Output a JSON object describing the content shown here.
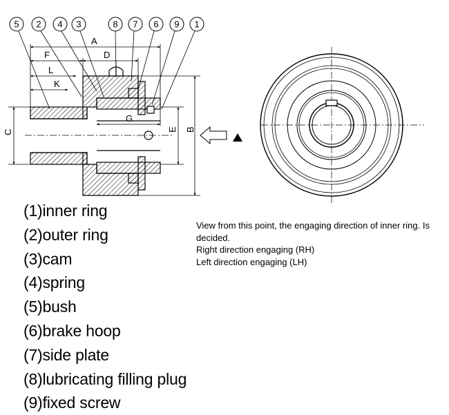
{
  "callouts": [
    "5",
    "2",
    "4",
    "3",
    "8",
    "7",
    "6",
    "9",
    "1"
  ],
  "dimensions": {
    "A": "A",
    "B": "B",
    "C": "C",
    "D": "D",
    "E": "E",
    "F": "F",
    "G": "G",
    "K": "K",
    "L": "L"
  },
  "parts": [
    "(1)inner ring",
    "(2)outer ring",
    "(3)cam",
    "(4)spring",
    "(5)bush",
    "(6)brake hoop",
    "(7)side plate",
    "(8)lubricating filling plug",
    "(9)fixed screw"
  ],
  "note": {
    "line1": "View from this point, the engaging direction of inner ring. Is decided.",
    "line2": "Right direction engaging (RH)",
    "line3": "Left direction engaging (LH)"
  }
}
